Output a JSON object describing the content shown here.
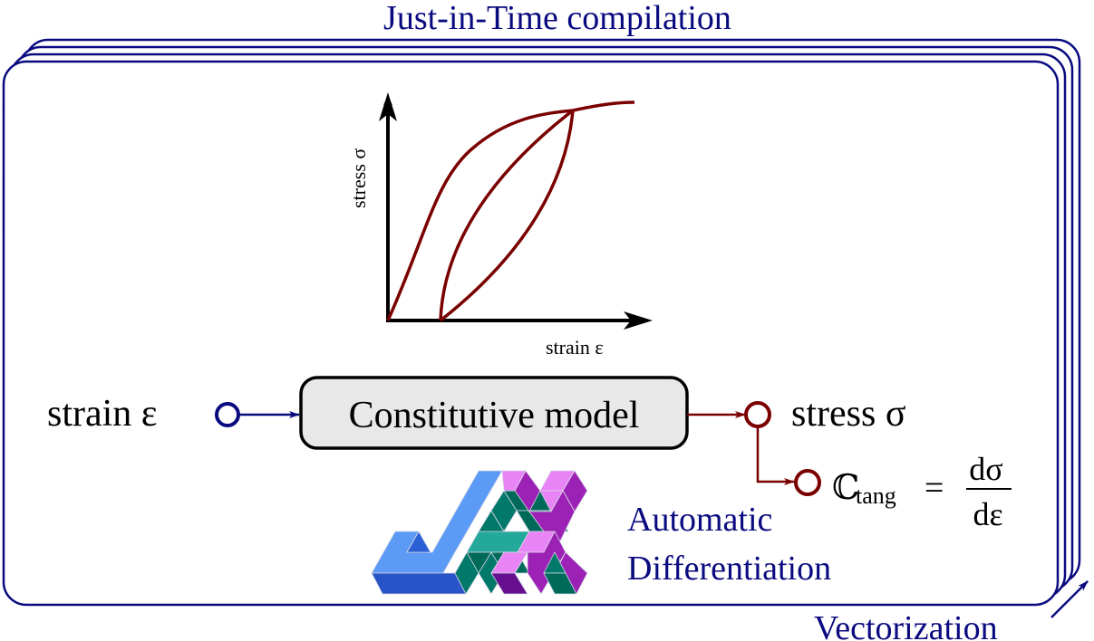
{
  "title": "Just-in-Time compilation",
  "vectorization_label": "Vectorization",
  "graph": {
    "y_label": "stress σ",
    "x_label": "strain ε"
  },
  "input": {
    "label": "strain ε"
  },
  "model": {
    "label": "Constitutive model"
  },
  "output": {
    "label": "stress σ"
  },
  "tangent": {
    "symbol": "ℂ",
    "subscript": "tang",
    "equals": "=",
    "numerator": "dσ",
    "denominator": "dε"
  },
  "autodiff": {
    "line1": "Automatic",
    "line2": "Differentiation"
  },
  "colors": {
    "navy": "#0a0a80",
    "dark_red": "#7a0000",
    "box_fill": "#e8e8e8"
  }
}
